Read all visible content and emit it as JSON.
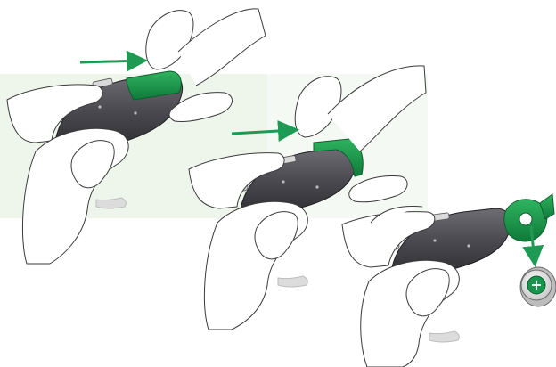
{
  "figure": {
    "steps": [
      {
        "id": "step-1",
        "action": "push-door-open"
      },
      {
        "id": "step-2",
        "action": "swing-door-open"
      },
      {
        "id": "step-3",
        "action": "remove-battery"
      }
    ],
    "battery": {
      "symbol": "+"
    },
    "colors": {
      "accent_green": "#17954c",
      "accent_green_light": "#2fb35f",
      "device_dark": "#2f2f33",
      "device_mid": "#55555b",
      "device_light": "#7a7a80",
      "background_tint": "#eef6ec",
      "line_art": "#3a3a3a",
      "tube": "#dcdcdc"
    }
  }
}
